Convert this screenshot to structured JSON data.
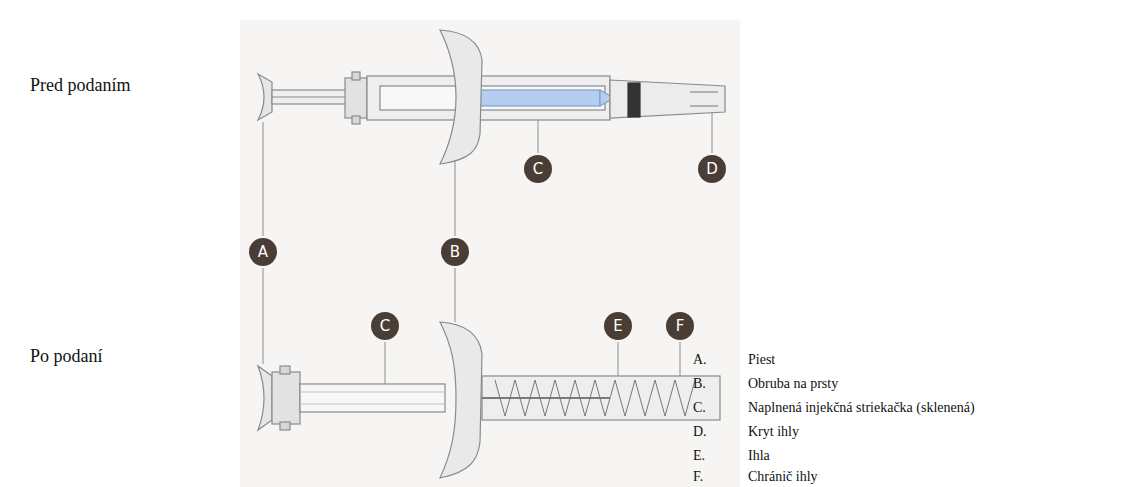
{
  "diagram": {
    "nodes": [
      {
        "text": [
          "C"
        ]
      },
      {
        "text": [
          "D"
        ]
      },
      {
        "text": [
          "A"
        ]
      },
      {
        "text": [
          "B"
        ]
      },
      {
        "text": [
          "C"
        ]
      },
      {
        "text": [
          "E"
        ]
      },
      {
        "text": [
          "F"
        ]
      }
    ],
    "labels": [
      "Pred podaním",
      "Po podaní",
      "A.",
      "Piest",
      "B.",
      "Obruba na prsty",
      "C.",
      "Naplnená injekčná striekačka (sklenená)",
      "D.",
      "Kryt ihly",
      "E.",
      "Ihla",
      "F.",
      "Chránič ihly"
    ]
  }
}
